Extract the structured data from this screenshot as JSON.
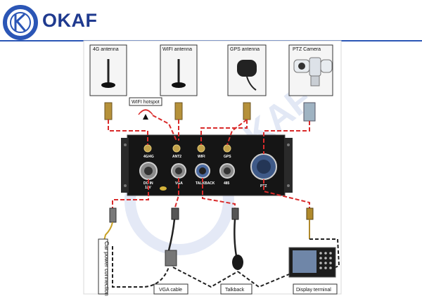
{
  "header": {
    "brand": "OKAF",
    "accent_color": "#2b56b6"
  },
  "diagram": {
    "components": {
      "antenna_4g": "4G antenna",
      "antenna_wifi": "WIFI antenna",
      "antenna_gps": "GPS antenna",
      "camera_ptz": "PTZ Camera",
      "wifi_hotspot": "WIFI hotspot",
      "power": "Car power connection",
      "vga_cable": "VGA cable",
      "talkback": "Talkback",
      "display": "Display terminal"
    },
    "ports": {
      "p4g": "4G/4G",
      "pant": "ANT2",
      "pwifi": "WIFI",
      "pgps": "GPS",
      "pdc": "DC IN",
      "pdc_v": "12V",
      "pvga": "VGA",
      "ptalk": "TALKBACK",
      "p485": "485",
      "pptz": "PTZ"
    },
    "cable_color": "#d92b2b",
    "link_color": "#222222"
  }
}
